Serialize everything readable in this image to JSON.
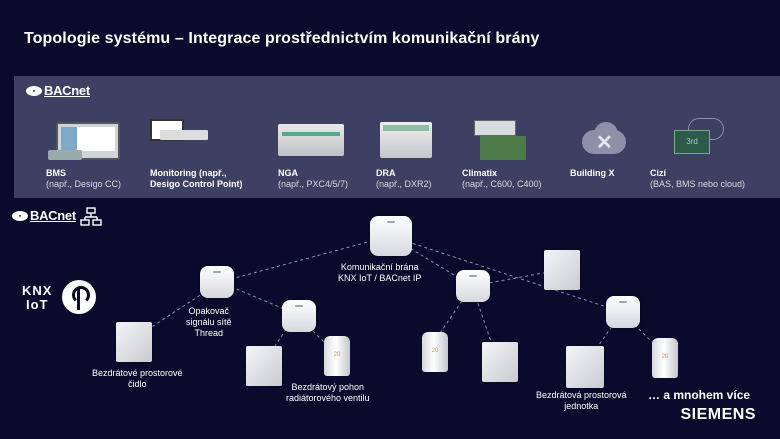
{
  "title": "Topologie systému – Integrace prostřednictvím komunikační brány",
  "bacnet_brand": "BACnet",
  "devices": [
    {
      "name": "BMS",
      "sub": "(např., Desigo CC)"
    },
    {
      "name": "Monitoring (např.,",
      "name2": "Desigo Control Point)"
    },
    {
      "name": "NGA",
      "sub": "(např., PXC4/5/7)"
    },
    {
      "name": "DRA",
      "sub": "(např., DXR2)"
    },
    {
      "name": "Climatix",
      "sub": "(např., C600, C400)"
    },
    {
      "name": "Building X"
    },
    {
      "name": "Cizí",
      "sub": "(BAS, BMS nebo cloud)"
    }
  ],
  "knx_logo": {
    "line1": "KNX",
    "line2": "IoT"
  },
  "gateway_label": {
    "line1": "Komunikační brána",
    "line2": "KNX IoT / BACnet IP"
  },
  "repeater_label": {
    "line1": "Opakovač",
    "line2": "signálu sítě",
    "line3": "Thread"
  },
  "sensor_label": {
    "line1": "Bezdrátové prostorové",
    "line2": "čidlo"
  },
  "actuator_label": {
    "line1": "Bezdrátový pohon",
    "line2": "radiátorového ventilu"
  },
  "room_unit_label": {
    "line1": "Bezdrátová prostorová",
    "line2": "jednotka"
  },
  "more_text": "… a mnohem více",
  "brand": "SIEMENS",
  "third_party_tag": "3rd",
  "actuator_display": "20",
  "colors": {
    "background": "#0a0b2c",
    "panel": "#3d3f63",
    "lines": "#8c8fb0"
  }
}
